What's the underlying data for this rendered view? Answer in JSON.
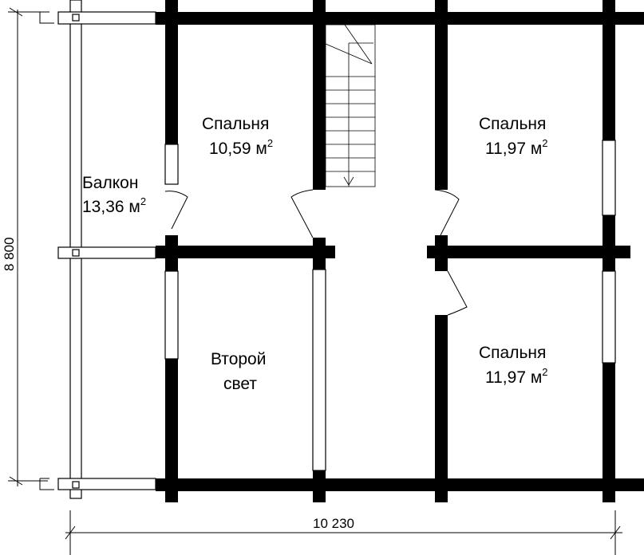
{
  "rooms": [
    {
      "name": "Балкон",
      "area": "13,36 м",
      "sup": "2"
    },
    {
      "name": "Спальня",
      "area": "10,59 м",
      "sup": "2"
    },
    {
      "name": "Спальня",
      "area": "11,97 м",
      "sup": "2"
    },
    {
      "name": "Второй",
      "area": "свет",
      "sup": ""
    },
    {
      "name": "Спальня",
      "area": "11,97 м",
      "sup": "2"
    }
  ],
  "dimensions": {
    "height": "8 800",
    "width": "10 230"
  },
  "colors": {
    "wall": "#000000",
    "background": "#ffffff"
  }
}
